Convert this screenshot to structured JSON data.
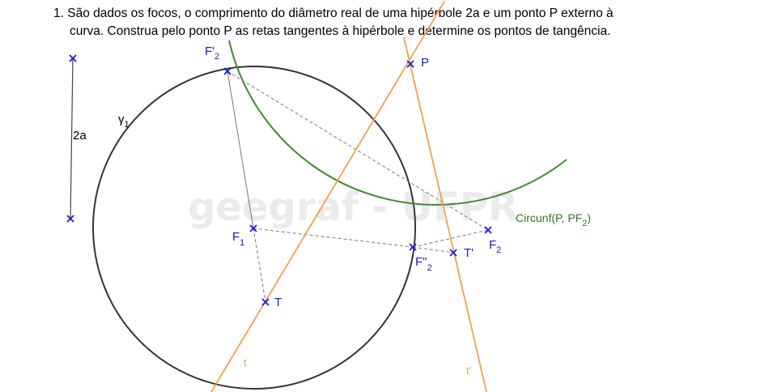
{
  "statement": {
    "number": "1.",
    "line1": "São dados os focos, o comprimento do diâmetro real de uma hipérbole 2a e um ponto P externo à",
    "line2": "curva. Construa pelo ponto P as retas tangentes à hipérbole e determine os pontos de tangência."
  },
  "watermark": "geegraf - UFPR",
  "labels": {
    "segment_2a": "2a",
    "circle_gamma": "γ",
    "circle_gamma_sub": "1",
    "point_P": "P",
    "point_F1": "F",
    "point_F1_sub": "1",
    "point_F2": "F",
    "point_F2_sub": "2",
    "point_F2_prime": "F'",
    "point_F2_prime_sub": "2",
    "point_F2_dblprime": "F\"",
    "point_F2_dblprime_sub": "2",
    "point_T": "T",
    "point_T_prime": "T'",
    "line_t": "t",
    "line_t_prime": "t'",
    "circle_P_main": "Circunf(P, PF",
    "circle_P_sub": "2",
    "circle_P_close": ")"
  },
  "colors": {
    "point": "#1a1acc",
    "tangent": "#f5a04a",
    "circle_P": "#3f8a2f",
    "circle_gamma": "#333333",
    "construction": "#7a7a7a",
    "segment": "#444444"
  }
}
